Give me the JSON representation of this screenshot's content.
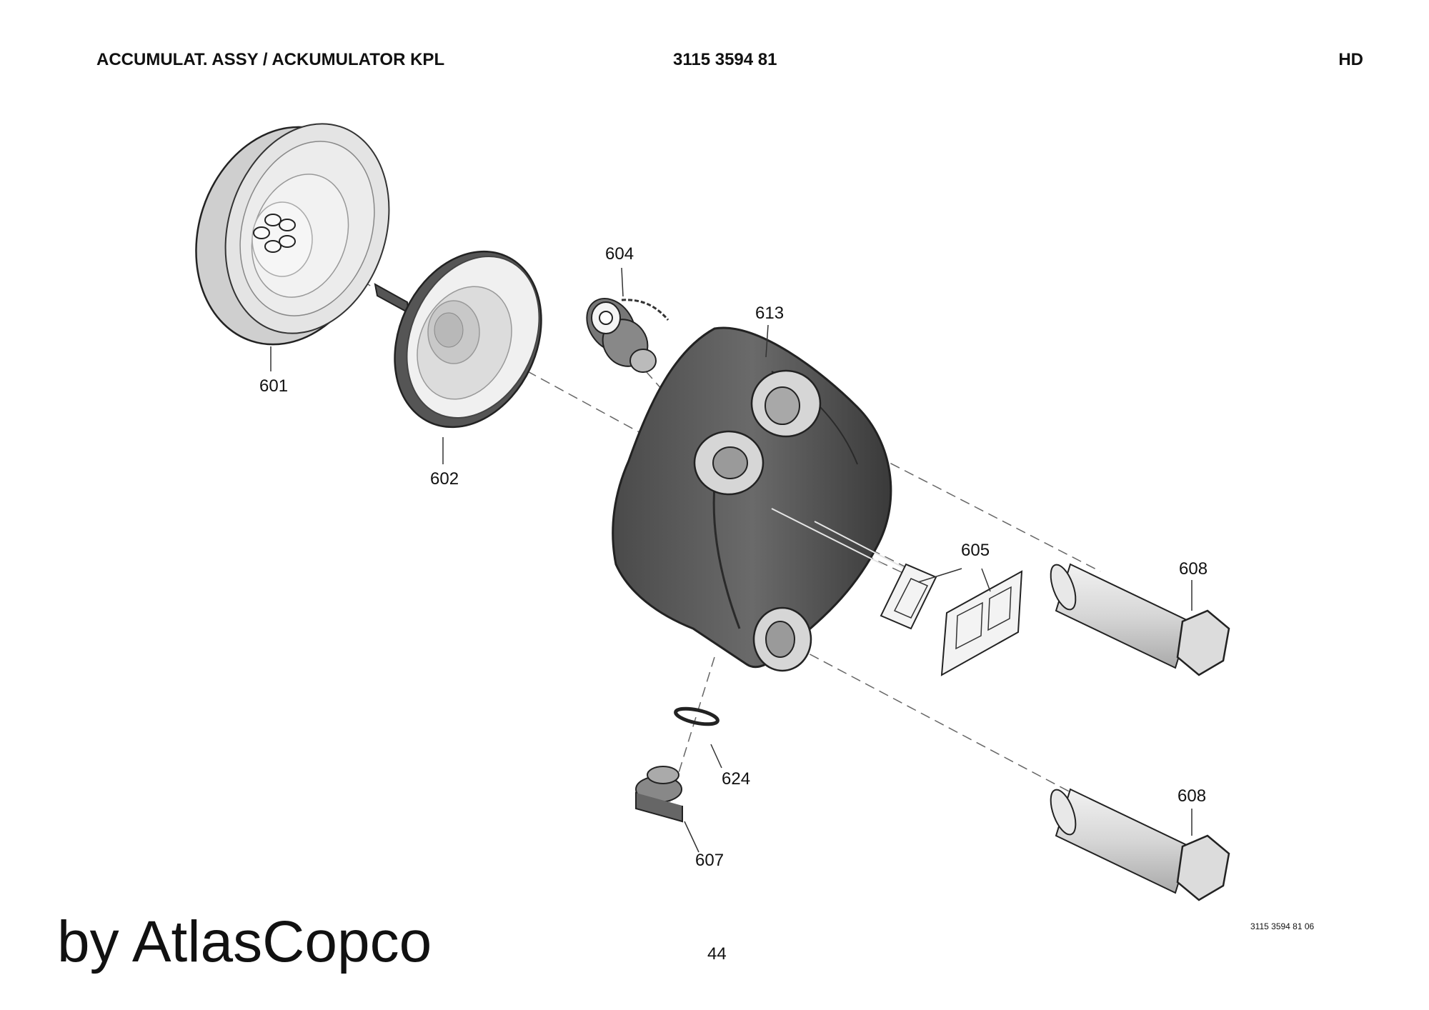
{
  "header": {
    "title": "ACCUMULAT. ASSY / ACKUMULATOR KPL",
    "part_number": "3115 3594 81",
    "variant": "HD"
  },
  "parts": [
    {
      "id": "601",
      "icon": "accumulator-shell"
    },
    {
      "id": "602",
      "icon": "diaphragm-piston"
    },
    {
      "id": "604",
      "icon": "charging-valve-with-cap"
    },
    {
      "id": "613",
      "icon": "accumulator-housing"
    },
    {
      "id": "605",
      "icon": "warning-decals"
    },
    {
      "id": "608",
      "icon": "hex-bolt"
    },
    {
      "id": "608",
      "icon": "hex-bolt"
    },
    {
      "id": "624",
      "icon": "seal-ring"
    },
    {
      "id": "607",
      "icon": "plug"
    }
  ],
  "footer": {
    "brand": "by AtlasCopco",
    "page_number": "44",
    "drawing_ref": "3115 3594 81 06"
  }
}
